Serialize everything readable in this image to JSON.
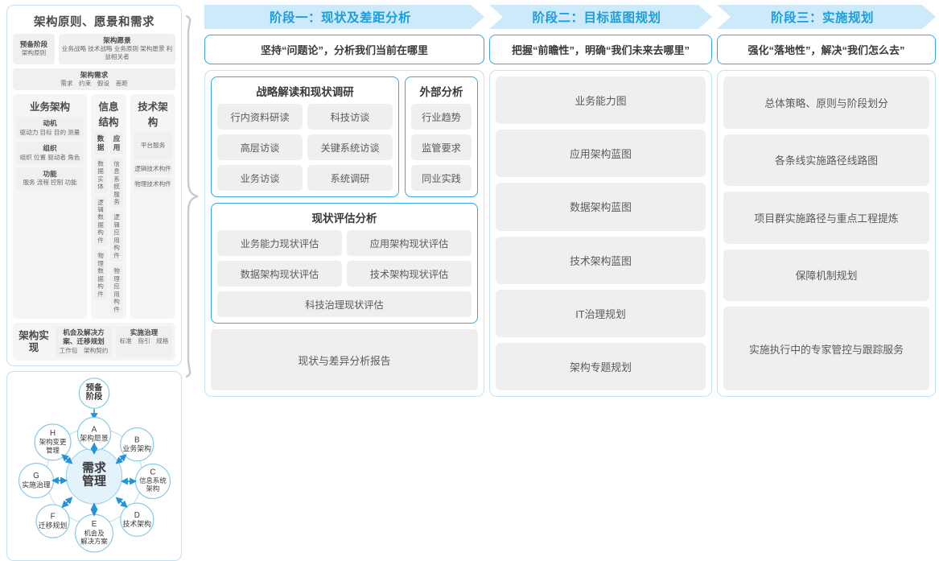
{
  "reference": {
    "title": "架构原则、愿景和需求",
    "prep": {
      "head": "预备阶段",
      "sub": "架构原则"
    },
    "vision": {
      "head": "架构愿景",
      "sub": "业务战略 技术战略 业务原则 架构愿景 利益相关者"
    },
    "requirement": {
      "head": "架构需求",
      "sub": "需求　约束　假设　差距"
    },
    "business": {
      "title": "业务架构",
      "items": [
        {
          "head": "动机",
          "sub": "驱动力 目标 目的 测量"
        },
        {
          "head": "组织",
          "sub": "组织 位置 驱动者 角色"
        },
        {
          "head": "功能",
          "sub": "服务 流程 控制 功能"
        }
      ]
    },
    "information": {
      "title": "信息结构",
      "data_col": {
        "head": "数据",
        "items": [
          "数据实体",
          "逻辑数据构件",
          "物理数据构件"
        ]
      },
      "app_col": {
        "head": "应用",
        "items": [
          "信息系统服务",
          "逻辑应用构件",
          "物理应用构件"
        ]
      }
    },
    "technology": {
      "title": "技术架构",
      "items": [
        "平台服务",
        "逻辑技术构件",
        "物理技术构件"
      ]
    },
    "implementation": {
      "label": "架构实现",
      "cells": [
        {
          "head": "机会及解决方案、迁移规划",
          "sub": "工作包　架构契约"
        },
        {
          "head": "实施治理",
          "sub": "标准　指引　规格"
        }
      ]
    },
    "adm": {
      "center": "需求管理",
      "top": "预备阶段",
      "nodes": [
        {
          "key": "A",
          "label": "架构愿景"
        },
        {
          "key": "B",
          "label": "业务架构"
        },
        {
          "key": "C",
          "label": "信息系统架构"
        },
        {
          "key": "D",
          "label": "技术架构"
        },
        {
          "key": "E",
          "label": "机会及解决方案"
        },
        {
          "key": "F",
          "label": "迁移规划"
        },
        {
          "key": "G",
          "label": "实施治理"
        },
        {
          "key": "H",
          "label": "架构变更管理"
        }
      ]
    }
  },
  "colors": {
    "accent": "#1a9ee0",
    "header_band": "#cdeafa",
    "card_border": "#33a8e2",
    "panel_border": "#bfe3f5",
    "chip_bg": "#efefef"
  },
  "phases": [
    {
      "title": "阶段一：现状及差距分析",
      "subtitle": "坚持“问题论”，分析我们当前在哪里",
      "cards": [
        {
          "title": "战略解读和现状调研",
          "chips": [
            "行内资料研读",
            "科技访谈",
            "高层访谈",
            "关键系统访谈",
            "业务访谈",
            "系统调研"
          ]
        },
        {
          "title": "外部分析",
          "chips": [
            "行业趋势",
            "监管要求",
            "同业实践"
          ]
        },
        {
          "title": "现状评估分析",
          "chips": [
            "业务能力现状评估",
            "应用架构现状评估",
            "数据架构现状评估",
            "技术架构现状评估",
            "科技治理现状评估"
          ]
        }
      ],
      "footer": "现状与差异分析报告"
    },
    {
      "title": "阶段二：目标蓝图规划",
      "subtitle": "把握“前瞻性”，明确“我们未来去哪里”",
      "items": [
        "业务能力图",
        "应用架构蓝图",
        "数据架构蓝图",
        "技术架构蓝图",
        "IT治理规划",
        "架构专题规划"
      ]
    },
    {
      "title": "阶段三：实施规划",
      "subtitle": "强化“落地性”，解决“我们怎么去”",
      "items": [
        "总体策略、原则与阶段划分",
        "各条线实施路径线路图",
        "项目群实施路径与重点工程提炼",
        "保障机制规划",
        "实施执行中的专家管控与跟踪服务"
      ]
    }
  ]
}
